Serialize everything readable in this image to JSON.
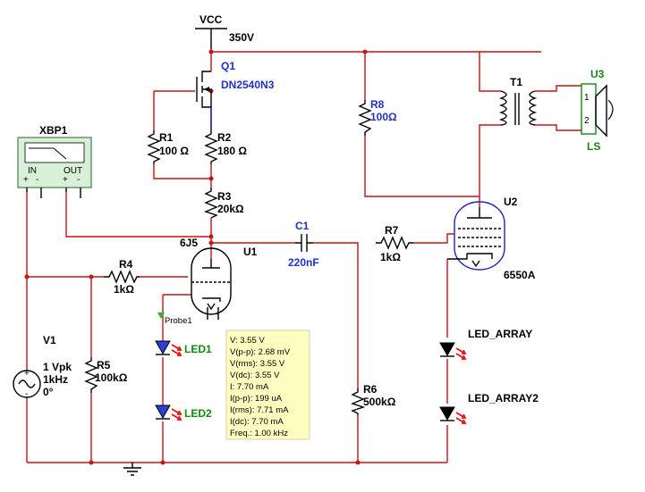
{
  "vcc": {
    "name": "VCC",
    "value": "350V"
  },
  "q1": {
    "ref": "Q1",
    "part": "DN2540N3"
  },
  "r1": {
    "ref": "R1",
    "value": "100 Ω"
  },
  "r2": {
    "ref": "R2",
    "value": "180 Ω"
  },
  "r3": {
    "ref": "R3",
    "value": "20kΩ"
  },
  "r4": {
    "ref": "R4",
    "value": "1kΩ"
  },
  "r5": {
    "ref": "R5",
    "value": "100kΩ"
  },
  "r6": {
    "ref": "R6",
    "value": "500kΩ"
  },
  "r7": {
    "ref": "R7",
    "value": "1kΩ"
  },
  "r8": {
    "ref": "R8",
    "value": "100Ω"
  },
  "c1": {
    "ref": "C1",
    "value": "220nF"
  },
  "u1": {
    "ref": "U1",
    "part": "6J5"
  },
  "u2": {
    "ref": "U2",
    "part": "6550A"
  },
  "u3": {
    "ref": "U3",
    "part": "LS"
  },
  "t1": {
    "ref": "T1"
  },
  "xbp1": {
    "ref": "XBP1",
    "in": "IN",
    "out": "OUT"
  },
  "v1": {
    "ref": "V1",
    "amplitude": "1 Vpk",
    "frequency": "1kHz",
    "phase": "0°"
  },
  "led1": {
    "ref": "LED1"
  },
  "led2": {
    "ref": "LED2"
  },
  "led_array": {
    "ref": "LED_ARRAY"
  },
  "led_array2": {
    "ref": "LED_ARRAY2"
  },
  "probe": {
    "ref": "Probe1",
    "lines": [
      "V: 3.55 V",
      "V(p-p): 2.68 mV",
      "V(rms): 3.55 V",
      "V(dc): 3.55 V",
      "I: 7.70 mA",
      "I(p-p): 199 uA",
      "I(rms): 7.71 mA",
      "I(dc): 7.70 mA",
      "Freq.: 1.00 kHz"
    ]
  },
  "colors": {
    "wire": "#cc1111",
    "component_label": "#1f2fd0",
    "bode_panel": "#d8f0d8",
    "probe_box": "#fffcc0",
    "led_arrow": "#ee1111"
  }
}
